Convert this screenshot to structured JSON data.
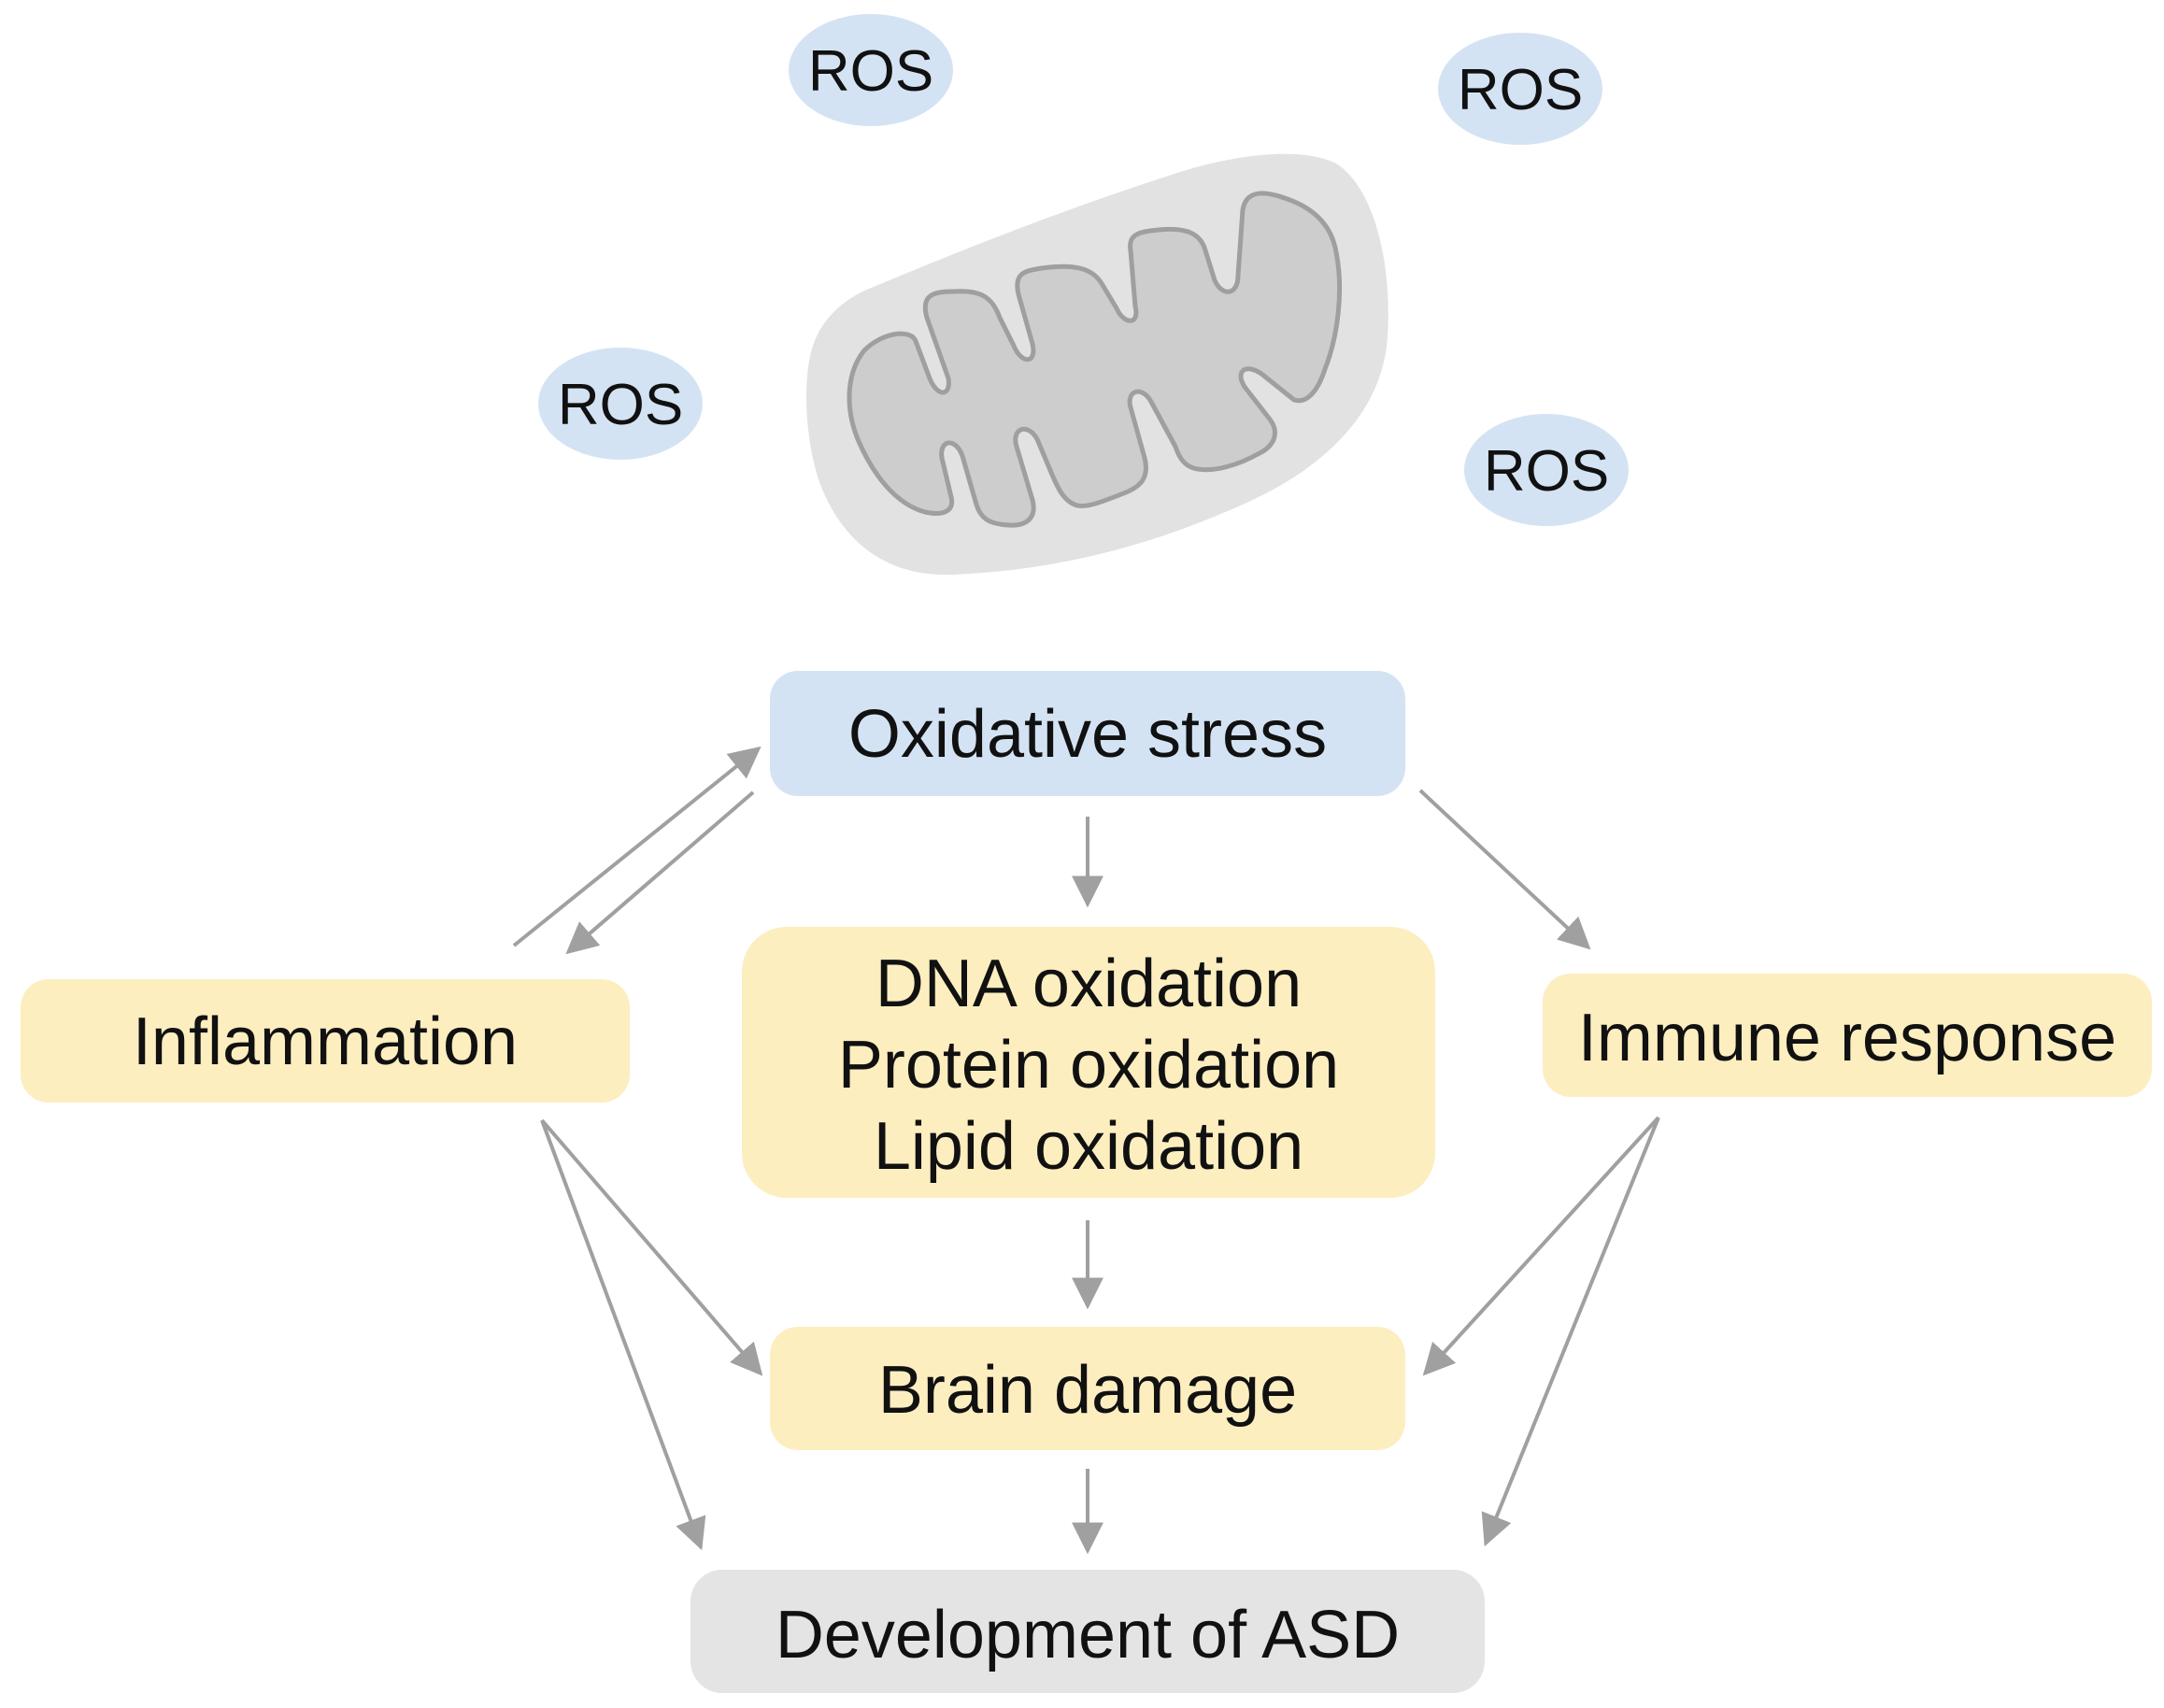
{
  "ros": {
    "label": "ROS",
    "color": "#d4e3f3"
  },
  "mitochondrion": {
    "outer_color": "#e2e2e2",
    "inner_color": "#cdcdcd",
    "outline_color": "#9f9f9f"
  },
  "nodes": {
    "oxidative_stress": {
      "label": "Oxidative stress",
      "color": "#d4e3f3"
    },
    "inflammation": {
      "label": "Inflammation",
      "color": "#fdeec0"
    },
    "oxidation": {
      "lines": [
        "DNA oxidation",
        "Protein oxidation",
        "Lipid oxidation"
      ],
      "color": "#fdeec0"
    },
    "immune_response": {
      "label": "Immune response",
      "color": "#fdeec0"
    },
    "brain_damage": {
      "label": "Brain damage",
      "color": "#fdeec0"
    },
    "development_asd": {
      "label": "Development of ASD",
      "color": "#e4e4e4"
    }
  },
  "arrow_color": "#a0a0a0"
}
